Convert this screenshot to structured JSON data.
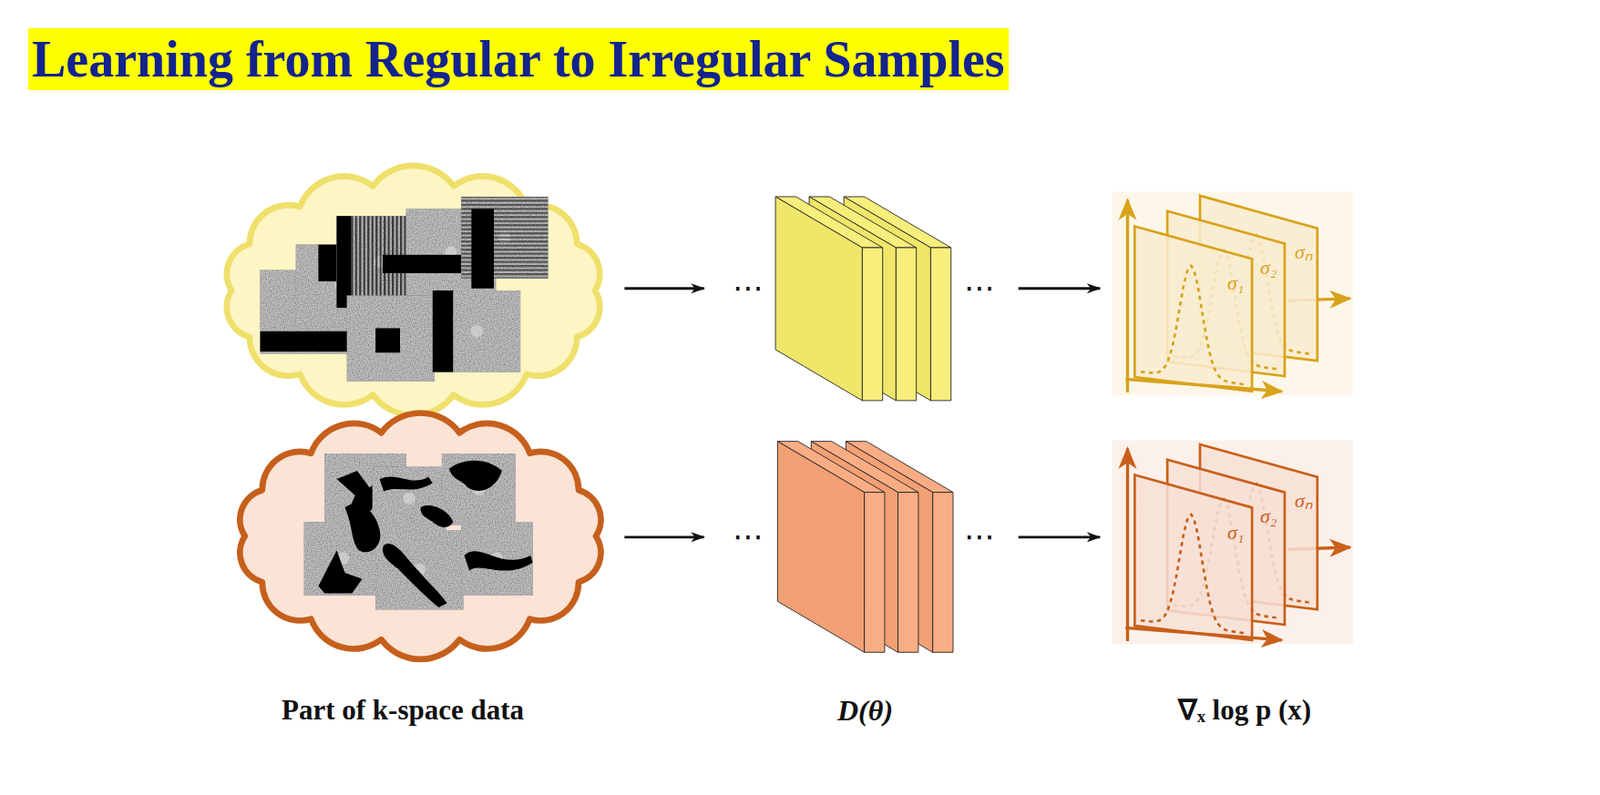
{
  "diagram": {
    "title": "Learning from Regular to Irregular Samples",
    "labels": [
      "⋯",
      "⋯",
      "σ₁",
      "σ₂",
      "σₙ",
      "⋯",
      "⋯",
      "σ₁",
      "σ₂",
      "σₙ",
      "Part of k-space data",
      "D(θ)",
      "∇ₓ log p (x)"
    ]
  }
}
